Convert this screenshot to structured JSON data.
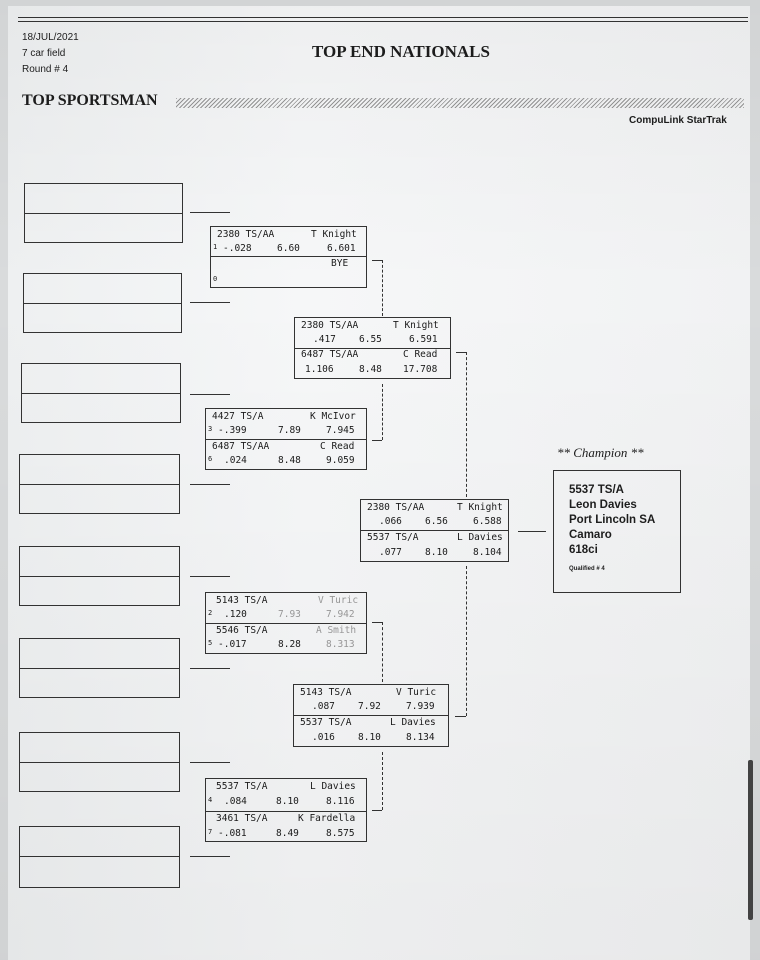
{
  "header": {
    "date": "18/JUL/2021",
    "field": "7 car field",
    "round": "Round # 4",
    "event": "TOP END NATIONALS",
    "class": "TOP SPORTSMAN",
    "brand": "CompuLink StarTrak"
  },
  "matches": [
    {
      "id": "r1-1",
      "top": {
        "lane": "1",
        "car": "2380 TS/AA",
        "rt": "-.028",
        "dial": "6.60",
        "driver": "T Knight",
        "et": "6.601"
      },
      "bottom": {
        "lane": "0",
        "car": "",
        "rt": "",
        "dial": "",
        "driver": "BYE",
        "et": ""
      }
    },
    {
      "id": "r1-2",
      "top": {
        "lane": "3",
        "car": "4427 TS/A",
        "rt": "-.399",
        "dial": "7.89",
        "driver": "K McIvor",
        "et": "7.945"
      },
      "bottom": {
        "lane": "6",
        "car": "6487 TS/AA",
        "rt": ".024",
        "dial": "8.48",
        "driver": "C Read",
        "et": "9.059"
      }
    },
    {
      "id": "r1-3",
      "top": {
        "lane": "2",
        "car": "5143 TS/A",
        "rt": ".120",
        "dial": "7.93",
        "driver": "V Turic",
        "et": "7.942"
      },
      "bottom": {
        "lane": "5",
        "car": "5546 TS/A",
        "rt": "-.017",
        "dial": "8.28",
        "driver": "A Smith",
        "et": "8.313"
      }
    },
    {
      "id": "r1-4",
      "top": {
        "lane": "4",
        "car": "5537 TS/A",
        "rt": ".084",
        "dial": "8.10",
        "driver": "L Davies",
        "et": "8.116"
      },
      "bottom": {
        "lane": "7",
        "car": "3461 TS/A",
        "rt": "-.081",
        "dial": "8.49",
        "driver": "K Fardella",
        "et": "8.575"
      }
    },
    {
      "id": "r2-1",
      "top": {
        "lane": "",
        "car": "2380 TS/AA",
        "rt": ".417",
        "dial": "6.55",
        "driver": "T Knight",
        "et": "6.591"
      },
      "bottom": {
        "lane": "",
        "car": "6487 TS/AA",
        "rt": "1.106",
        "dial": "8.48",
        "driver": "C Read",
        "et": "17.708"
      }
    },
    {
      "id": "r2-2",
      "top": {
        "lane": "",
        "car": "5143 TS/A",
        "rt": ".087",
        "dial": "7.92",
        "driver": "V Turic",
        "et": "7.939"
      },
      "bottom": {
        "lane": "",
        "car": "5537 TS/A",
        "rt": ".016",
        "dial": "8.10",
        "driver": "L Davies",
        "et": "8.134"
      }
    },
    {
      "id": "final",
      "top": {
        "lane": "",
        "car": "2380 TS/AA",
        "rt": ".066",
        "dial": "6.56",
        "driver": "T Knight",
        "et": "6.588"
      },
      "bottom": {
        "lane": "",
        "car": "5537 TS/A",
        "rt": ".077",
        "dial": "8.10",
        "driver": "L Davies",
        "et": "8.104"
      }
    }
  ],
  "champion": {
    "label": "** Champion **",
    "car": "5537 TS/A",
    "driver": "Leon Davies",
    "town": "Port Lincoln SA",
    "model": "Camaro",
    "engine": "618ci",
    "qualified": "Qualified # 4"
  }
}
